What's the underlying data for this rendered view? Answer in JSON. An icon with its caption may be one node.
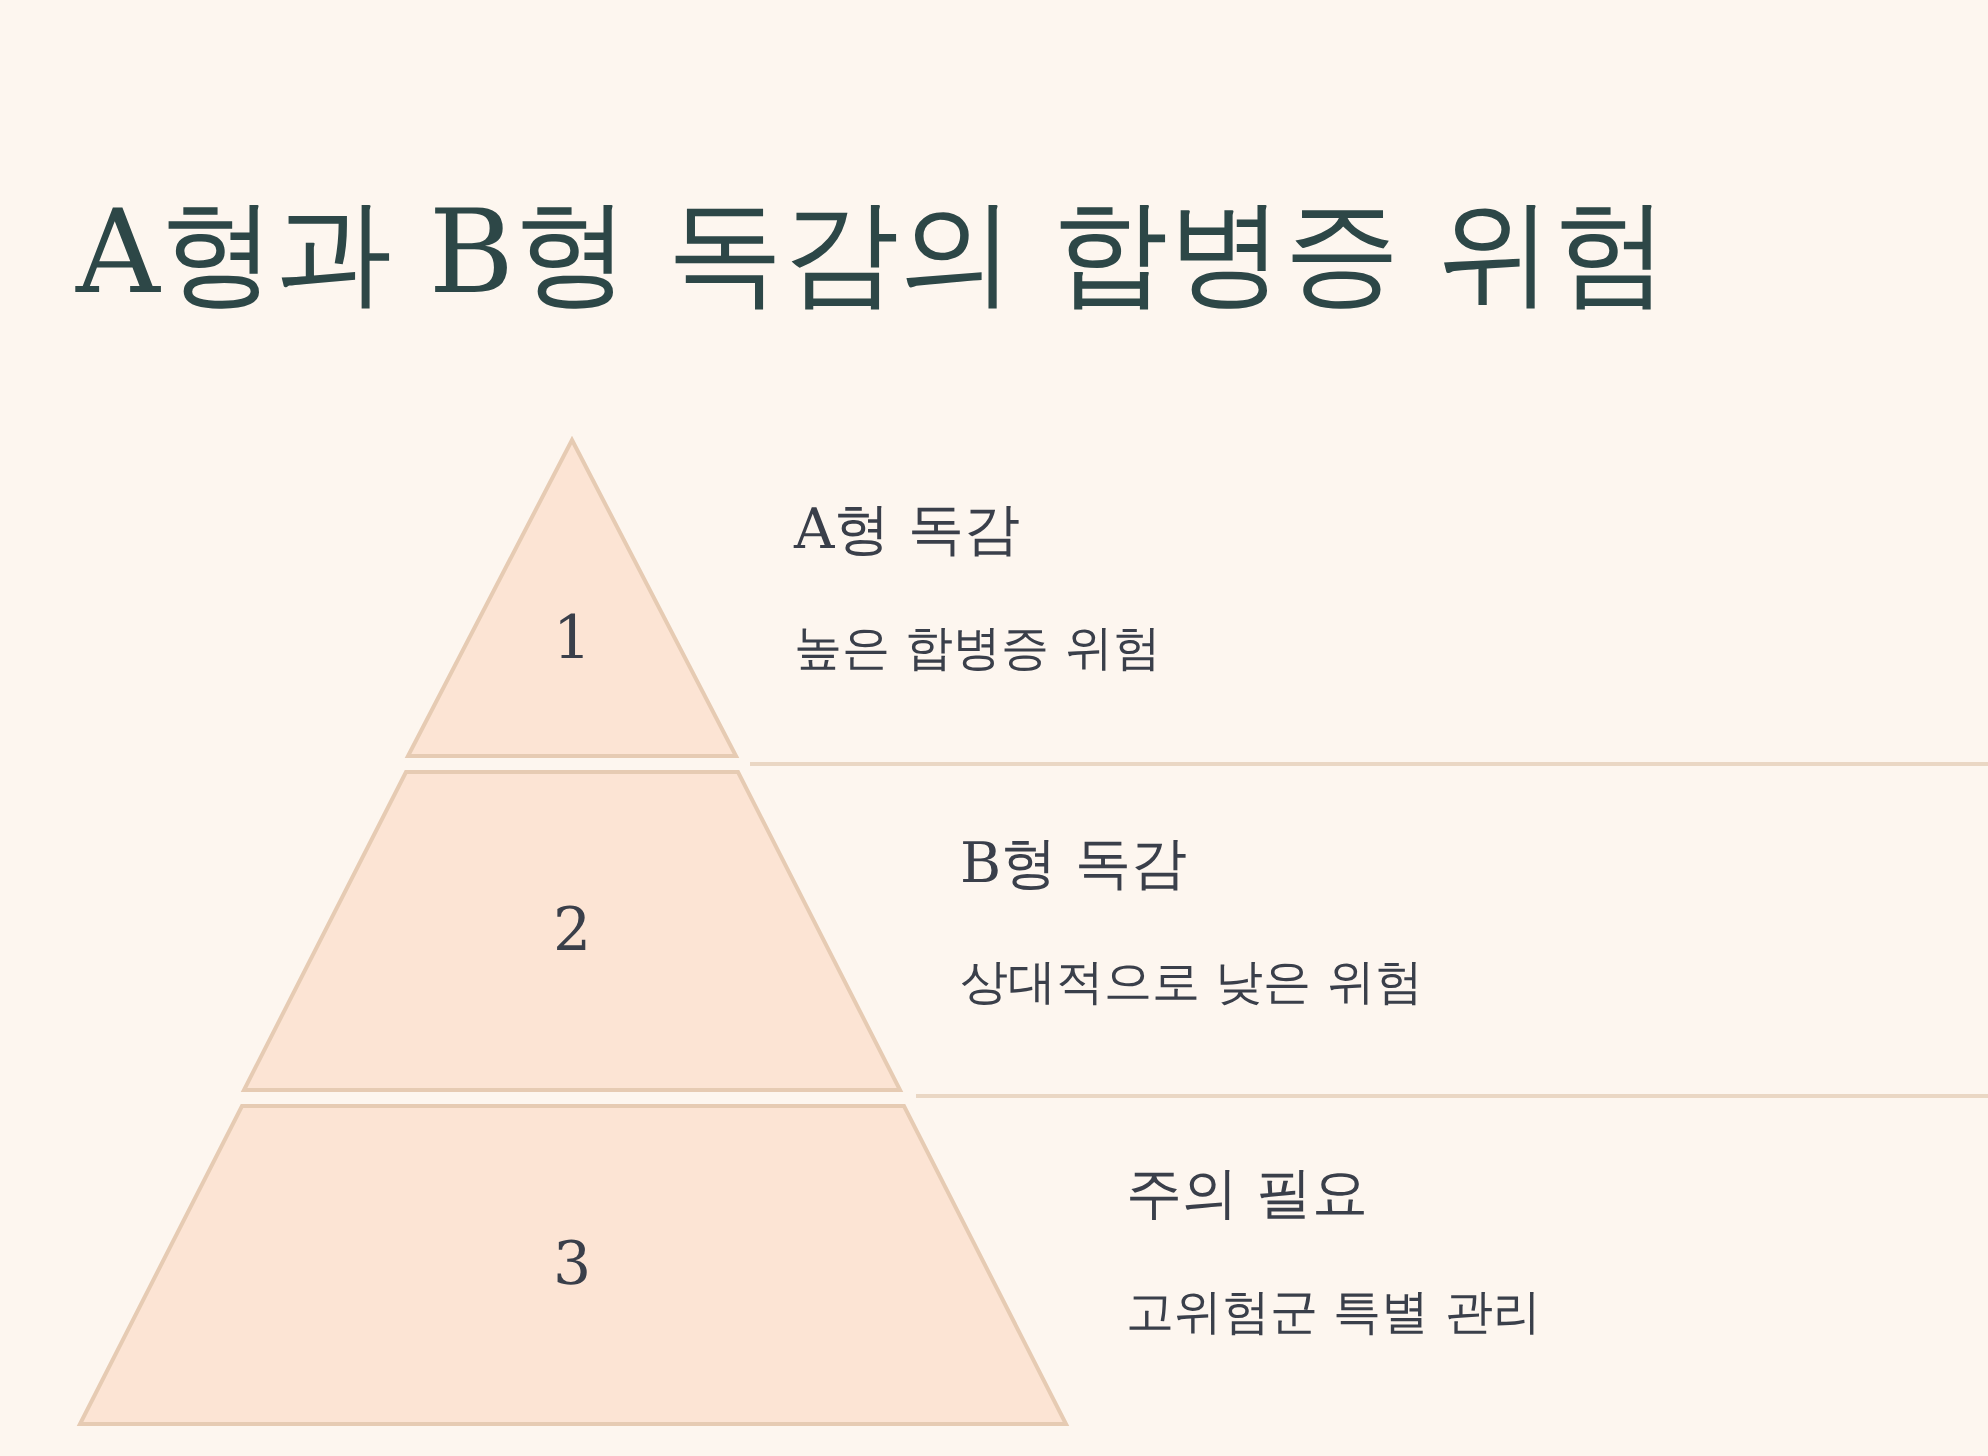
{
  "diagram": {
    "title": "A형과 B형 독감의 합병증 위험",
    "nodes": [
      {
        "text": [
          "1"
        ],
        "beside": [
          "A형 독감",
          "높은 합병증 위험"
        ]
      },
      {
        "text": [
          "2"
        ],
        "beside": [
          "B형 독감",
          "상대적으로 낮은 위험"
        ]
      },
      {
        "text": [
          "3"
        ],
        "beside": [
          "주의 필요",
          "고위험군 특별 관리"
        ]
      }
    ],
    "edges": []
  }
}
